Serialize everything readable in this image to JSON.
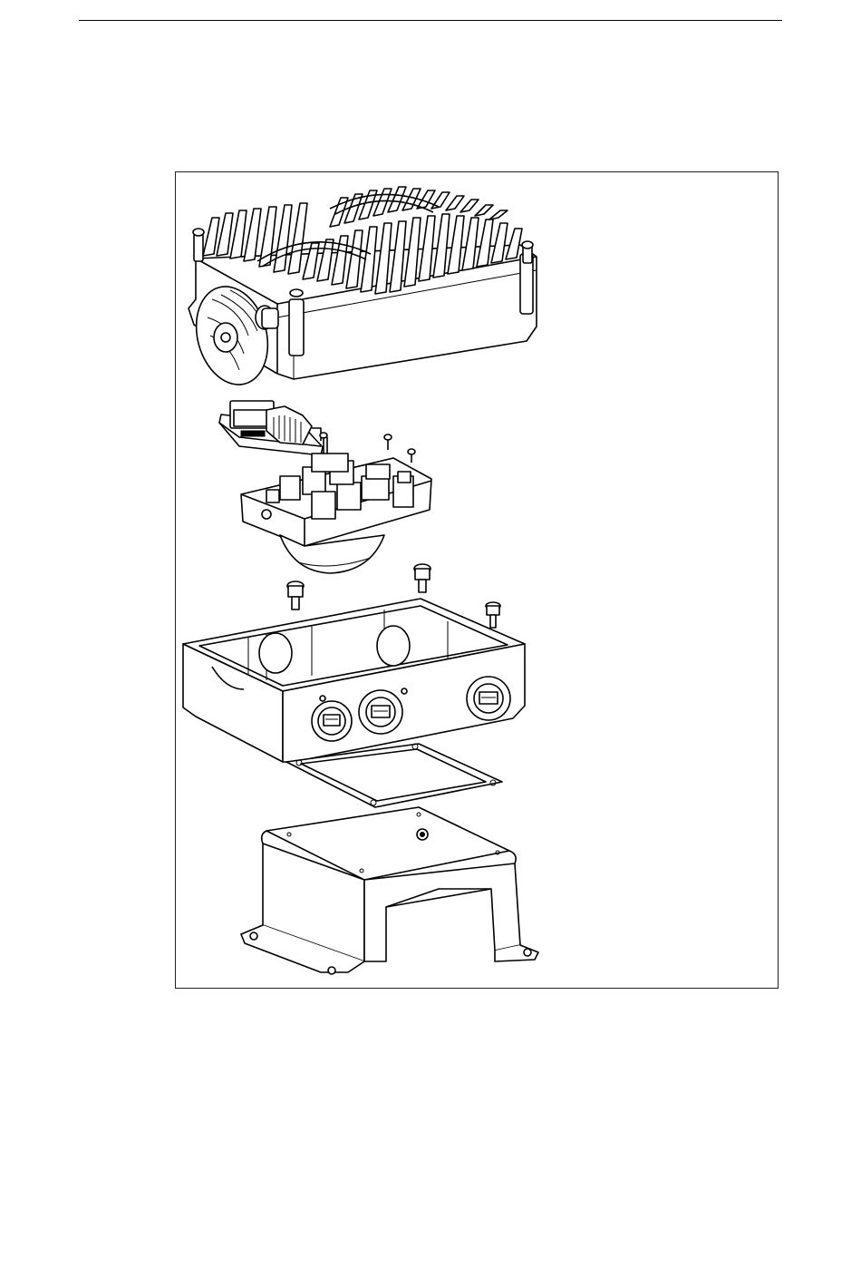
{
  "page": {
    "header_rule": "top-rule"
  },
  "figure": {
    "parts": [
      "heat-sink-fan-lid",
      "io-circuit-board",
      "electronics-module",
      "mounting-screws",
      "terminal-housing",
      "gasket",
      "mounting-adapter-plate"
    ]
  }
}
